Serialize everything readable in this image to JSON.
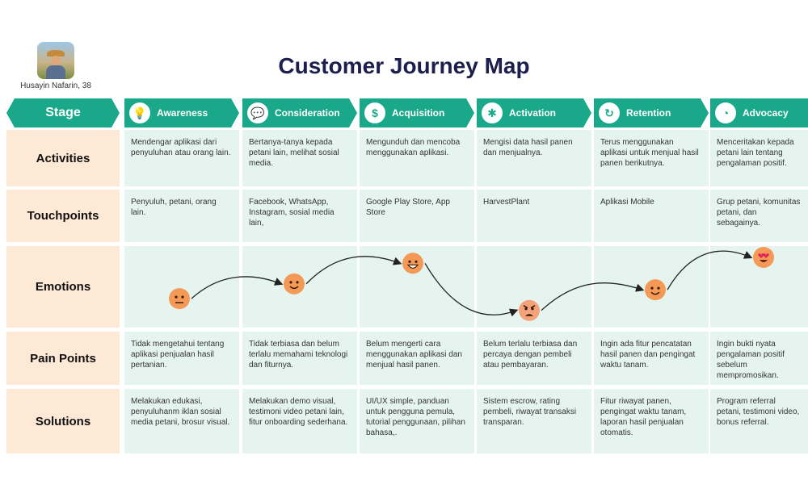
{
  "persona": {
    "name": "Husayin Nafarin, 38"
  },
  "title": "Customer Journey Map",
  "stage_label": "Stage",
  "stages": [
    {
      "label": "Awareness",
      "icon": "lightbulb-icon",
      "glyph": "💡"
    },
    {
      "label": "Consideration",
      "icon": "chat-icon",
      "glyph": "💬"
    },
    {
      "label": "Acquisition",
      "icon": "coin-icon",
      "glyph": "$"
    },
    {
      "label": "Activation",
      "icon": "network-icon",
      "glyph": "✱"
    },
    {
      "label": "Retention",
      "icon": "user-refresh-icon",
      "glyph": "↻"
    },
    {
      "label": "Advocacy",
      "icon": "chart-icon",
      "glyph": "◔"
    }
  ],
  "rows": [
    {
      "label": "Activities",
      "cells": [
        "Mendengar aplikasi dari penyuluhan atau orang lain.",
        "Bertanya-tanya kepada petani lain, melihat sosial media.",
        "Mengunduh dan mencoba menggunakan aplikasi.",
        "Mengisi data hasil panen dan menjualnya.",
        "Terus menggunakan aplikasi untuk menjual hasil panen berikutnya.",
        "Menceritakan kepada petani lain tentang pengalaman positif."
      ]
    },
    {
      "label": "Touchpoints",
      "cells": [
        "Penyuluh, petani, orang lain.",
        "Facebook, WhatsApp, Instagram, sosial media lain,",
        "Google Play Store, App Store",
        "HarvestPlant",
        "Aplikasi Mobile",
        "Grup petani, komunitas petani, dan sebagainya."
      ]
    },
    {
      "label": "Emotions",
      "cells": []
    },
    {
      "label": "Pain Points",
      "cells": [
        "Tidak mengetahui tentang aplikasi penjualan hasil pertanian.",
        "Tidak terbiasa dan belum terlalu memahami teknologi dan fiturnya.",
        "Belum mengerti cara menggunakan aplikasi dan menjual hasil panen.",
        "Belum terlalu terbiasa dan percaya dengan pembeli atau pembayaran.",
        "Ingin ada fitur pencatatan hasil panen dan pengingat waktu tanam.",
        "Ingin bukti nyata pengalaman positif sebelum mempromosikan."
      ]
    },
    {
      "label": "Solutions",
      "cells": [
        "Melakukan edukasi, penyuluhanm iklan sosial media petani, brosur visual.",
        "Melakukan demo visual, testimoni video petani lain, fitur onboarding sederhana.",
        "UI/UX simple, panduan untuk pengguna pemula, tutorial penggunaan, pilihan bahasa,.",
        "Sistem escrow, rating pembeli, riwayat transaksi transparan.",
        "Fitur riwayat panen, pengingat waktu tanam, laporan hasil penjualan otomatis.",
        "Program referral petani, testimoni video, bonus referral."
      ]
    }
  ],
  "emotions": [
    {
      "mood": "neutral",
      "level": 0.3
    },
    {
      "mood": "smile",
      "level": 0.55
    },
    {
      "mood": "grin",
      "level": 0.9
    },
    {
      "mood": "angry",
      "level": 0.1
    },
    {
      "mood": "smile",
      "level": 0.45
    },
    {
      "mood": "love",
      "level": 1.0
    }
  ],
  "colors": {
    "accent": "#19a98a",
    "label_bg": "#fde9d6",
    "cell_bg": "#e6f4ef",
    "title": "#1e1e4e",
    "emoji": "#f49a56"
  }
}
